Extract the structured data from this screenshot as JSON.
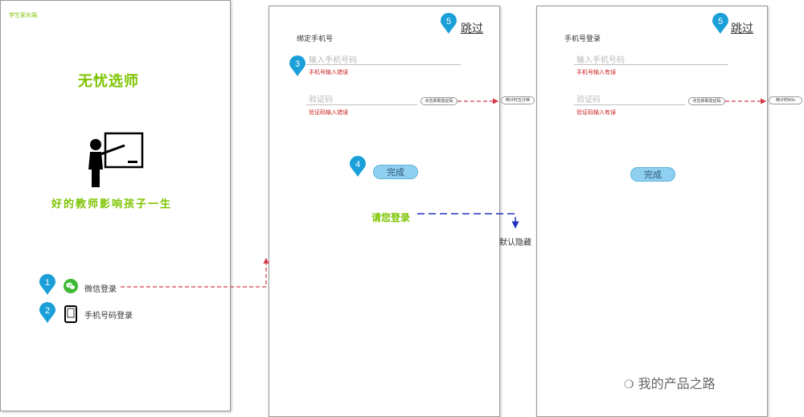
{
  "screen1": {
    "tag": "学生家长端",
    "app_title": "无忧选师",
    "slogan": "好的教师影响孩子一生",
    "wechat_login": "微信登录",
    "phone_login": "手机号码登录"
  },
  "screen2": {
    "title": "绑定手机号",
    "skip": "跳过",
    "phone_placeholder": "输入手机号码",
    "phone_error": "手机号输入错误",
    "code_placeholder": "验证码",
    "code_error": "验证码输入错误",
    "get_code": "点击获取验证码",
    "countdown": "倒计时五分钟",
    "done": "完成",
    "login_prompt": "请您登录",
    "hidden_note": "默认隐藏"
  },
  "screen3": {
    "title": "手机号登录",
    "skip": "跳过",
    "phone_placeholder": "输入手机号码",
    "phone_error": "手机号输入有误",
    "code_placeholder": "验证码",
    "code_error": "验证码输入有误",
    "get_code": "点击获取验证码",
    "countdown": "倒计时60s",
    "done": "完成"
  },
  "badges": [
    "1",
    "2",
    "3",
    "4",
    "5",
    "5"
  ],
  "watermark": "我的产品之路",
  "colors": {
    "accent_green": "#7dc400",
    "badge_blue": "#1a9fd8",
    "button_blue": "#8fd0f0",
    "error_red": "#cc2222",
    "red_arrow": "#d43c4a",
    "blue_arrow": "#2233bb"
  }
}
